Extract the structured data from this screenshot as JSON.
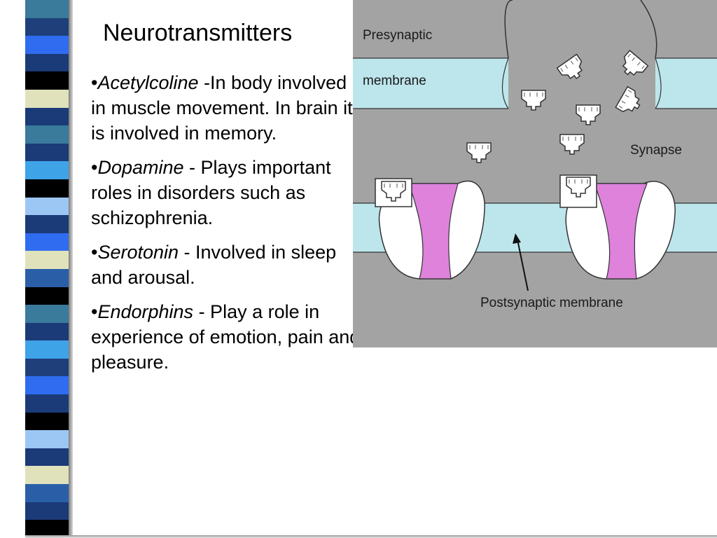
{
  "slide": {
    "title": "Neurotransmitters",
    "bullets": [
      {
        "term": "Acetylcoline",
        "desc": " -In body involved in muscle movement.  In brain it is involved in memory."
      },
      {
        "term": "Dopamine",
        "desc": " - Plays important roles in disorders such as schizophrenia."
      },
      {
        "term": "Serotonin",
        "desc": " - Involved in sleep and arousal."
      },
      {
        "term": "Endorphins",
        "desc": " - Play a role in experience of emotion, pain and pleasure."
      }
    ],
    "bullet_char": "•"
  },
  "diagram": {
    "labels": {
      "presynaptic": "Presynaptic",
      "membrane": "membrane",
      "synapse": "Synapse",
      "postsynaptic": "Postsynaptic membrane"
    },
    "colors": {
      "background": "#a3a3a3",
      "membrane": "#bde6ec",
      "channel": "#de82dc",
      "receptor": "#ffffff"
    }
  },
  "decor": {
    "stripe_colors": [
      "#3a7a9a",
      "#1e3f7a",
      "#2f6cf0",
      "#1b3a78",
      "#000000",
      "#dfe2bb",
      "#1b3a78",
      "#3a7a9a",
      "#1b3a78",
      "#3fa3e8",
      "#000000",
      "#9cc6f4",
      "#1b3a78",
      "#2f6cf0",
      "#dfe2bb",
      "#2a5fa8",
      "#000000",
      "#3a7a9a",
      "#1b3a78",
      "#3fa3e8",
      "#1e3f7a",
      "#2f6cf0",
      "#1b3a78",
      "#000000",
      "#9cc6f4",
      "#1b3a78",
      "#dfe2bb",
      "#2a5fa8",
      "#1b3a78",
      "#000000"
    ]
  }
}
